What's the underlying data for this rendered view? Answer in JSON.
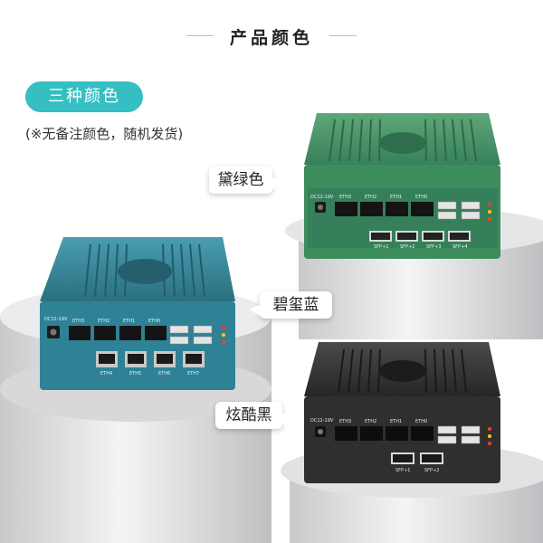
{
  "header": {
    "title": "产品颜色"
  },
  "colors_badge": "三种颜色",
  "note": "(※无备注颜色，随机发货)",
  "variants": [
    {
      "label": "黛绿色",
      "color": "#3f8f5f"
    },
    {
      "label": "碧玺蓝",
      "color": "#2f7f91"
    },
    {
      "label": "炫酷黑",
      "color": "#2e2e2e"
    }
  ],
  "ports": {
    "power": "DC12-19V",
    "green_eth": [
      "ETH3",
      "ETH2",
      "ETH1",
      "ETH0"
    ],
    "green_sfp": [
      "SFP+1",
      "SFP+2",
      "SFP+3",
      "SFP+4"
    ],
    "blue_eth_top": [
      "ETH3",
      "ETH2",
      "ETH1",
      "ETH0"
    ],
    "blue_eth_bottom": [
      "ETH4",
      "ETH5",
      "ETH6",
      "ETH7"
    ],
    "black_eth": [
      "ETH3",
      "ETH2",
      "ETH1",
      "ETH0"
    ],
    "black_sfp": [
      "SFP+1",
      "SFP+2"
    ]
  }
}
